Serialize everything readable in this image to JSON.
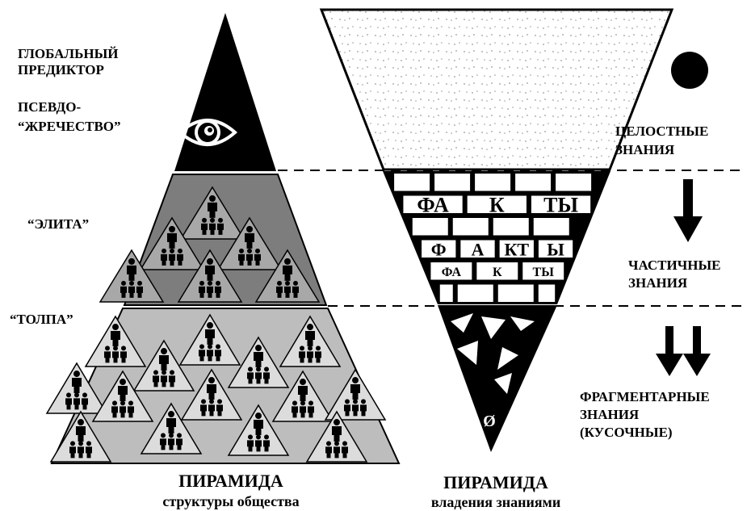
{
  "society_pyramid": {
    "tiers": {
      "global_predictor": "ГЛОБАЛЬНЫЙ ПРЕДИКТОР",
      "pseudo_priesthood_line1": "ПСЕВДО-",
      "pseudo_priesthood_line2": "“ЖРЕЧЕСТВО”",
      "elite": "“ЭЛИТА”",
      "crowd": "“ТОЛПА”"
    },
    "caption_title": "ПИРАМИДА",
    "caption_subtitle": "структуры общества",
    "icons": [
      "eye-icon",
      "people-group-icon"
    ]
  },
  "knowledge_pyramid": {
    "labels": {
      "holistic_line1": "ЦЕЛОСТНЫЕ",
      "holistic_line2": "ЗНАНИЯ",
      "partial_line1": "ЧАСТИЧНЫЕ",
      "partial_line2": "ЗНАНИЯ",
      "fragmentary_line1": "ФРАГМЕНТАРНЫЕ",
      "fragmentary_line2": "ЗНАНИЯ",
      "fragmentary_line3": "(КУСОЧНЫЕ)"
    },
    "facts_rows": [
      [
        "ФА",
        "К",
        "ТЫ"
      ],
      [
        "Ф",
        "А",
        "КТ",
        "Ы"
      ],
      [
        "ФА",
        "К",
        "ТЫ"
      ]
    ],
    "empty_set_symbol": "Ø",
    "caption_title": "ПИРАМИДА",
    "caption_subtitle": "владения знаниями",
    "icons": [
      "black-dot-icon",
      "down-arrow-icon",
      "double-down-arrow-icon"
    ]
  },
  "colors": {
    "black": "#000000",
    "elite_fill": "#7d7d7d",
    "crowd_fill": "#bdbdbd",
    "elite_subtriangle": "#a8a8a8",
    "crowd_subtriangle": "#dcdcdc",
    "speckle": "#9a9a9a"
  }
}
